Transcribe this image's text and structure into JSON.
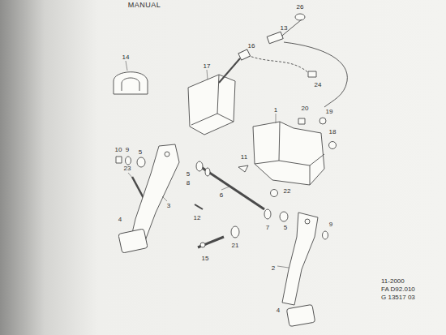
{
  "diagram": {
    "labels": [
      "MANUAL",
      "26",
      "13",
      "16",
      "14",
      "17",
      "24",
      "1",
      "20",
      "19",
      "18",
      "10",
      "9",
      "5",
      "11",
      "23",
      "5",
      "8",
      "6",
      "22",
      "12",
      "3",
      "4",
      "7",
      "5",
      "9",
      "21",
      "15",
      "2",
      "4",
      "11-2000",
      "FA D92.010",
      "G 13517 03"
    ]
  }
}
